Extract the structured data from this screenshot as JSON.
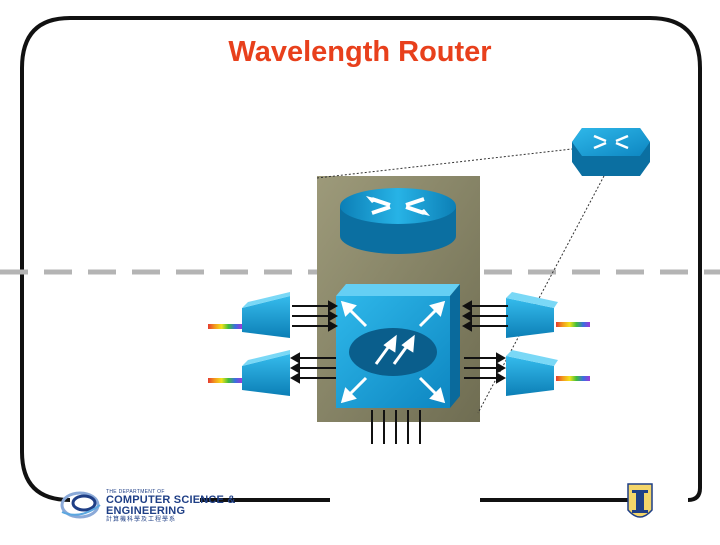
{
  "slide": {
    "title": "Wavelength Router"
  },
  "logo": {
    "line1": "THE DEPARTMENT OF",
    "line2": "COMPUTER SCIENCE &",
    "line3": "ENGINEERING",
    "line4": "計算機科學及工程學系"
  },
  "colors": {
    "title": "#e8401c",
    "device_blue": "#18a6de",
    "device_dark": "#0b6fa1",
    "backplate": "#8f8d6f",
    "frame": "#111111",
    "dashed_line": "#b4b4b4"
  }
}
